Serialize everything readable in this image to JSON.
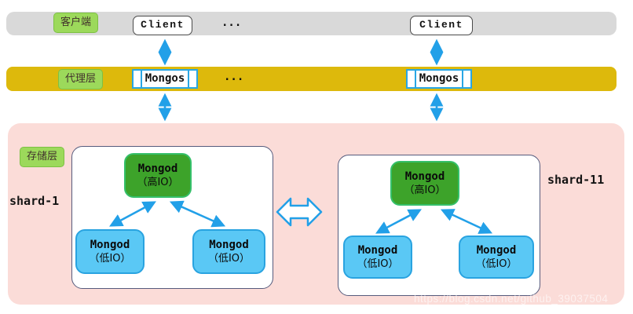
{
  "layers": {
    "client": {
      "label": "客户端",
      "node1": "Client",
      "node2": "Client",
      "ellipsis": "..."
    },
    "proxy": {
      "label": "代理层",
      "node1": "Mongos",
      "node2": "Mongos",
      "ellipsis": "..."
    },
    "storage": {
      "label": "存储层",
      "shards": [
        {
          "name": "shard-1",
          "primary": {
            "title": "Mongod",
            "subtitle": "（高IO）"
          },
          "secondary1": {
            "title": "Mongod",
            "subtitle": "（低IO）"
          },
          "secondary2": {
            "title": "Mongod",
            "subtitle": "（低IO）"
          }
        },
        {
          "name": "shard-11",
          "primary": {
            "title": "Mongod",
            "subtitle": "（高IO）"
          },
          "secondary1": {
            "title": "Mongod",
            "subtitle": "（低IO）"
          },
          "secondary2": {
            "title": "Mongod",
            "subtitle": "（低IO）"
          }
        }
      ]
    }
  },
  "watermark": "https://blog.csdn.net/github_39037504",
  "colors": {
    "client_bar": "#d9d9d9",
    "proxy_bar": "#ddb90c",
    "storage_bg": "#fbdcd8",
    "layer_label_bg": "#9cd95b",
    "primary_node": "#3da32a",
    "secondary_node": "#5ac8f5",
    "node_border_blue": "#29a3e0",
    "arrow": "#22a0e8",
    "shard_box_border": "#565b7d"
  }
}
